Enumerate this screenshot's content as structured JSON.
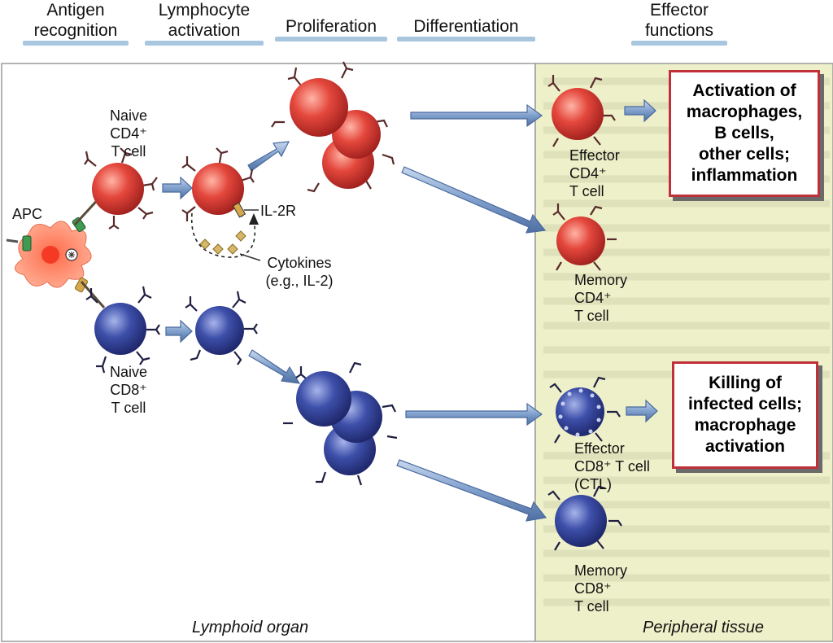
{
  "headers": [
    {
      "key": "antigen",
      "lines": [
        "Antigen",
        "recognition"
      ]
    },
    {
      "key": "activation",
      "lines": [
        "Lymphocyte",
        "activation"
      ]
    },
    {
      "key": "proliferation",
      "lines": [
        "Proliferation"
      ]
    },
    {
      "key": "differentiation",
      "lines": [
        "Differentiation"
      ]
    },
    {
      "key": "effector",
      "lines": [
        "Effector",
        "functions"
      ]
    }
  ],
  "labels": {
    "naive_cd4": [
      "Naive",
      "CD4⁺",
      "T cell"
    ],
    "naive_cd8": [
      "Naive",
      "CD8⁺",
      "T cell"
    ],
    "apc": "APC",
    "il2r": "IL-2R",
    "cytokines": [
      "Cytokines",
      "(e.g., IL-2)"
    ],
    "effector_cd4": [
      "Effector",
      "CD4⁺",
      "T cell"
    ],
    "memory_cd4": [
      "Memory",
      "CD4⁺",
      "T cell"
    ],
    "effector_cd8": [
      "Effector",
      "CD8⁺ T cell",
      "(CTL)"
    ],
    "memory_cd8": [
      "Memory",
      "CD8⁺",
      "T cell"
    ]
  },
  "boxes": {
    "cd4_function": [
      "Activation of",
      "macrophages,",
      "B cells,",
      "other cells;",
      "inflammation"
    ],
    "cd8_function": [
      "Killing of",
      "infected cells;",
      "macrophage",
      "activation"
    ]
  },
  "footers": {
    "left": "Lymphoid organ",
    "right": "Peripheral tissue"
  },
  "colors": {
    "cd4_cell": "#e0463f",
    "cd8_cell": "#3a4fa8",
    "arrow": "#7f9fcc",
    "box_border": "#c0303a",
    "peripheral_bg": "#eef0c9"
  }
}
